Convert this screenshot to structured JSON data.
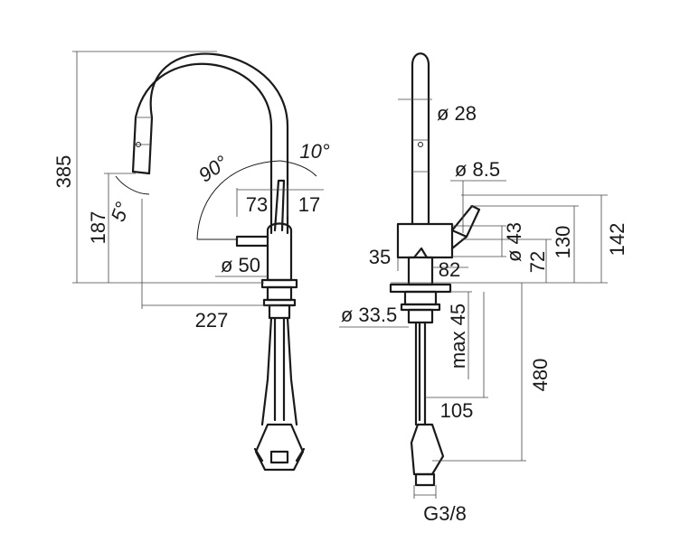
{
  "front_view": {
    "height_total": "385",
    "height_spout": "187",
    "angle_spout_tilt": "5°",
    "angle_rotation": "90°",
    "angle_lever": "10°",
    "lever_offset_left": "73",
    "lever_offset_right": "17",
    "body_diameter": "ø 50",
    "reach": "227"
  },
  "side_view": {
    "spout_diameter": "ø 28",
    "lever_diameter": "ø 8.5",
    "body_width": "35",
    "body_depth": "82",
    "body_diameter": "ø 43",
    "height_72": "72",
    "height_130": "130",
    "height_142": "142",
    "shank_diameter": "ø 33.5",
    "max_deck": "max 45",
    "hose_depth": "105",
    "hose_length": "480",
    "connection": "G3/8"
  }
}
